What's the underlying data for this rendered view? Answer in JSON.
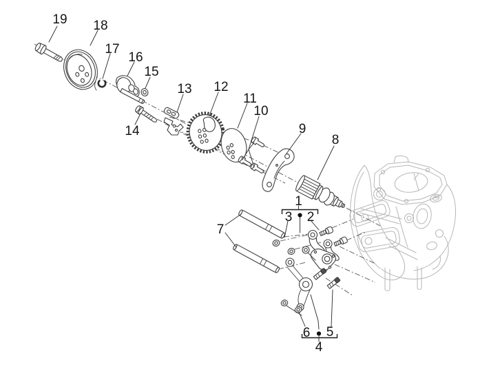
{
  "diagram": {
    "type": "exploded-parts-diagram",
    "colors": {
      "background": "#ffffff",
      "part_line": "#3d3d3d",
      "engine_case_line": "#b6b6b6",
      "label": "#141414"
    },
    "callouts": [
      {
        "label": "1"
      },
      {
        "label": "2"
      },
      {
        "label": "3"
      },
      {
        "label": "4"
      },
      {
        "label": "5"
      },
      {
        "label": "6"
      },
      {
        "label": "7"
      },
      {
        "label": "8"
      },
      {
        "label": "9"
      },
      {
        "label": "10"
      },
      {
        "label": "11"
      },
      {
        "label": "12"
      },
      {
        "label": "13"
      },
      {
        "label": "14"
      },
      {
        "label": "15"
      },
      {
        "label": "16"
      },
      {
        "label": "17"
      },
      {
        "label": "18"
      },
      {
        "label": "19"
      }
    ],
    "assembly_groups": [
      {
        "parent_label": "1",
        "members": [
          "3",
          "2"
        ],
        "marker": "bullet-dot"
      },
      {
        "parent_label": "4",
        "members": [
          "6",
          "5"
        ],
        "marker": "bullet-dot"
      }
    ]
  }
}
